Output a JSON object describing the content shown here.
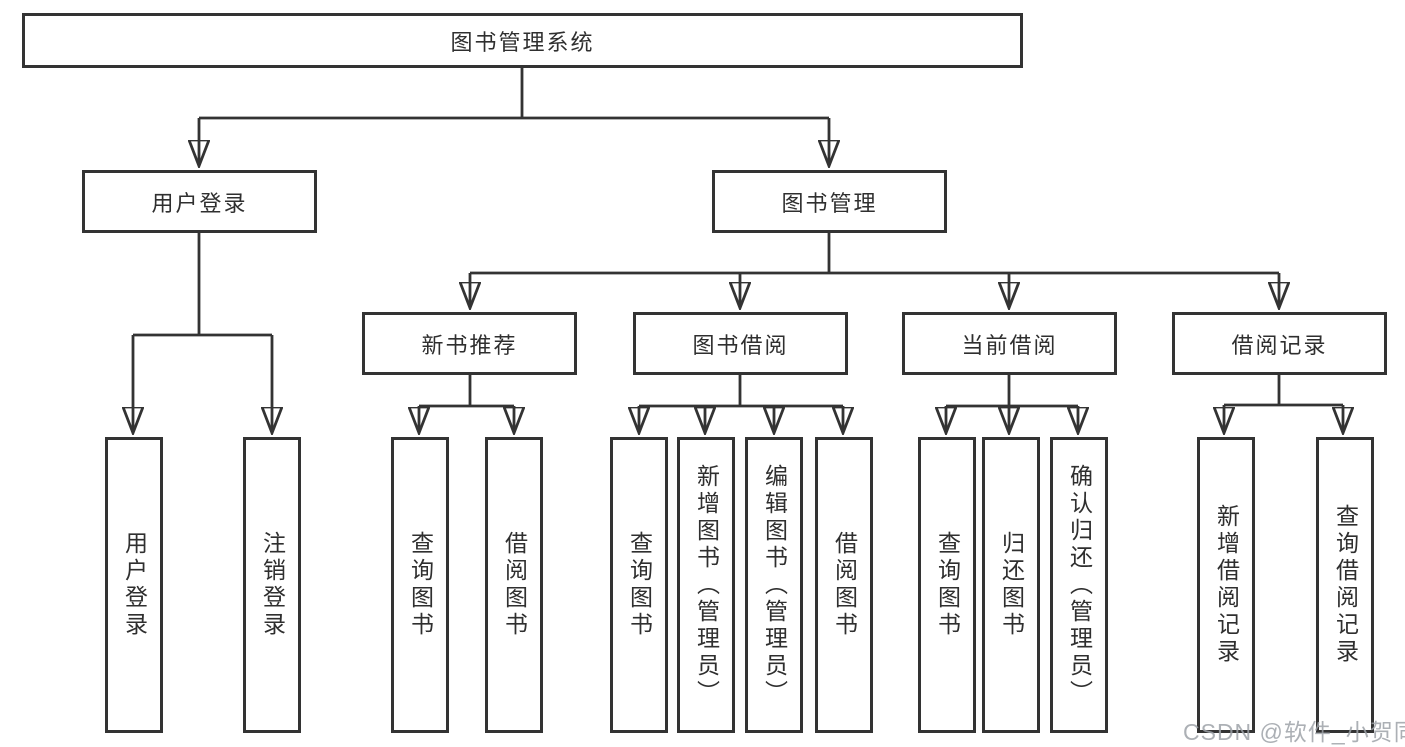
{
  "colors": {
    "line": "#333333",
    "box_border": "#333333",
    "text": "#2f2f2f",
    "background": "#ffffff",
    "watermark": "#9ea2a8"
  },
  "tree": {
    "root": {
      "label": "图书管理系统"
    },
    "children": [
      {
        "label": "用户登录",
        "children": [
          {
            "label": "用户登录"
          },
          {
            "label": "注销登录"
          }
        ]
      },
      {
        "label": "图书管理",
        "children": [
          {
            "label": "新书推荐",
            "children": [
              {
                "label": "查询图书"
              },
              {
                "label": "借阅图书"
              }
            ]
          },
          {
            "label": "图书借阅",
            "children": [
              {
                "label": "查询图书"
              },
              {
                "label": "新增图书（管理员）"
              },
              {
                "label": "编辑图书（管理员）"
              },
              {
                "label": "借阅图书"
              }
            ]
          },
          {
            "label": "当前借阅",
            "children": [
              {
                "label": "查询图书"
              },
              {
                "label": "归还图书"
              },
              {
                "label": "确认归还（管理员）"
              }
            ]
          },
          {
            "label": "借阅记录",
            "children": [
              {
                "label": "新增借阅记录"
              },
              {
                "label": "查询借阅记录"
              }
            ]
          }
        ]
      }
    ]
  },
  "watermark": {
    "text": "CSDN @软件_小贺同学"
  }
}
